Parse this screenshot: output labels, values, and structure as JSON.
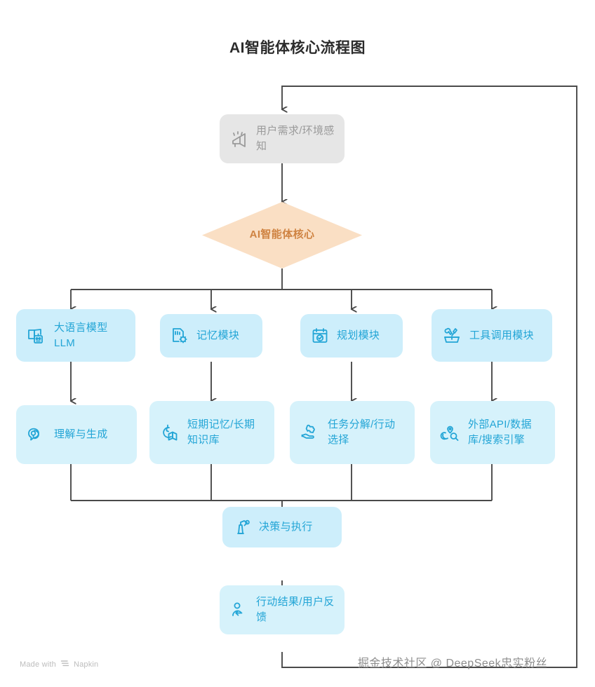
{
  "diagram": {
    "title": "AI智能体核心流程图",
    "type": "flowchart",
    "colors": {
      "gray_fill": "#e6e6e6",
      "gray_text": "#9a9a9a",
      "blue_fill": "#cdeefb",
      "blue_fill_light": "#d6f2fb",
      "blue_text": "#23a5d6",
      "diamond_fill": "#fadfc4",
      "diamond_text": "#cf8342",
      "connector": "#4a4a4a",
      "background": "#ffffff"
    },
    "nodes": {
      "input": {
        "label": "用户需求/环境感知",
        "icon": "megaphone-icon",
        "shape": "rounded-rect",
        "style": "gray"
      },
      "core": {
        "label": "AI智能体核心",
        "shape": "diamond",
        "style": "peach"
      },
      "row1": [
        {
          "label": "大语言模型LLM",
          "icon": "book-robot-icon",
          "shape": "rounded-rect",
          "style": "blue"
        },
        {
          "label": "记忆模块",
          "icon": "document-gear-icon",
          "shape": "rounded-rect",
          "style": "blue"
        },
        {
          "label": "规划模块",
          "icon": "calendar-check-icon",
          "shape": "rounded-rect",
          "style": "blue"
        },
        {
          "label": "工具调用模块",
          "icon": "toolbox-icon",
          "shape": "rounded-rect",
          "style": "blue"
        }
      ],
      "row2": [
        {
          "label": "理解与生成",
          "icon": "speech-bubble-icon",
          "shape": "rounded-rect",
          "style": "blue-light"
        },
        {
          "label": "短期记忆/长期知识库",
          "icon": "clock-book-icon",
          "shape": "rounded-rect",
          "style": "blue-light"
        },
        {
          "label": "任务分解/行动选择",
          "icon": "hand-puzzle-icon",
          "shape": "rounded-rect",
          "style": "blue-light"
        },
        {
          "label": "外部API/数据库/搜索引擎",
          "icon": "globe-search-icon",
          "shape": "rounded-rect",
          "style": "blue-light"
        }
      ],
      "decision": {
        "label": "决策与执行",
        "icon": "robot-arm-icon",
        "shape": "rounded-rect",
        "style": "blue"
      },
      "feedback": {
        "label": "行动结果/用户反馈",
        "icon": "person-arrow-icon",
        "shape": "rounded-rect",
        "style": "blue-light"
      }
    },
    "edges": [
      {
        "from": "input",
        "to": "core",
        "style": "arrow-down"
      },
      {
        "from": "core",
        "to": "row1",
        "style": "fan-out-4"
      },
      {
        "from": "row1",
        "to": "row2",
        "style": "arrow-down-parallel"
      },
      {
        "from": "row2",
        "to": "decision",
        "style": "merge-4"
      },
      {
        "from": "decision",
        "to": "feedback",
        "style": "arrow-down"
      },
      {
        "from": "feedback",
        "to": "input",
        "style": "feedback-loop-right"
      }
    ]
  },
  "footer": {
    "napkin_label": "Made with",
    "napkin_brand": "Napkin",
    "watermark": "掘金技术社区 @ DeepSeek忠实粉丝"
  }
}
